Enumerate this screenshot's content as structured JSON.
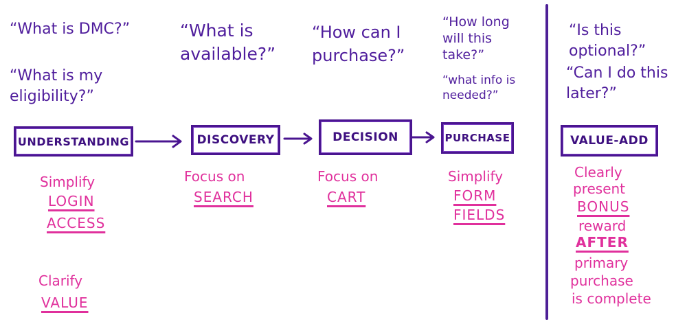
{
  "questions": {
    "understanding": [
      "“What is DMC?”",
      "“What is my eligibility?”"
    ],
    "discovery": [
      "“What is available?”"
    ],
    "decision": [
      "“How can I purchase?”"
    ],
    "purchase": [
      "“How long will this take?”",
      "“what info is needed?”"
    ],
    "value_add": [
      "“Is this optional?”",
      "“Can I do this later?”"
    ]
  },
  "stages": [
    "UNDERSTANDING",
    "DISCOVERY",
    "DECISION",
    "PURCHASE",
    "VALUE-ADD"
  ],
  "notes": {
    "understanding_1": "Simplify",
    "understanding_1_a": "LOGIN",
    "understanding_1_b": "ACCESS",
    "understanding_2": "Clarify",
    "understanding_2_a": "VALUE",
    "discovery": "Focus on",
    "discovery_a": "SEARCH",
    "decision": "Focus on",
    "decision_a": "CART",
    "purchase": "Simplify",
    "purchase_a": "FORM",
    "purchase_b": "FIELDS",
    "value_add_1": "Clearly",
    "value_add_2": "present",
    "value_add_3": "BONUS",
    "value_add_4": "reward",
    "value_add_5": "AFTER",
    "value_add_6": "primary",
    "value_add_7": "purchase",
    "value_add_8": "is complete"
  },
  "colors": {
    "question_ink": "#4f1d9c",
    "stage_ink": "#3e1080",
    "note_ink": "#e0309c",
    "divider": "#4d1f96"
  }
}
